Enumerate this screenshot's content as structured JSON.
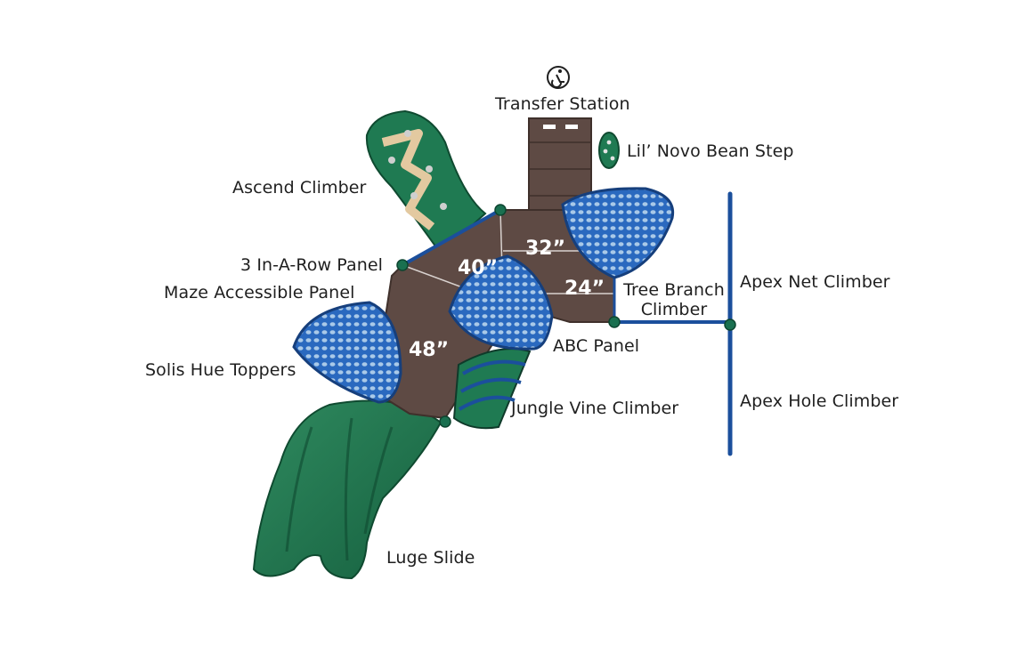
{
  "labels": {
    "transfer_station": "Transfer Station",
    "lil_novo_bean_step": "Lil’ Novo Bean Step",
    "ascend_climber": "Ascend Climber",
    "three_in_a_row_panel": "3 In-A-Row Panel",
    "maze_accessible_panel": "Maze Accessible Panel",
    "tree_branch_climber_line1": "Tree Branch",
    "tree_branch_climber_line2": "Climber",
    "apex_net_climber": "Apex Net Climber",
    "abc_panel": "ABC Panel",
    "solis_hue_toppers": "Solis Hue Toppers",
    "jungle_vine_climber": "Jungle Vine Climber",
    "apex_hole_climber": "Apex Hole Climber",
    "luge_slide": "Luge Slide"
  },
  "deck_heights": {
    "h32": "32”",
    "h40": "40”",
    "h24": "24”",
    "h48": "48”"
  },
  "icons": {
    "accessibility": "wheelchair-accessible-icon"
  },
  "colors": {
    "deck_brown": "#5e4a44",
    "topper_blue": "#1f5fb5",
    "component_green": "#1f7a52",
    "frame_blue": "#1b4f9c",
    "sand_accent": "#e3c9a0"
  }
}
